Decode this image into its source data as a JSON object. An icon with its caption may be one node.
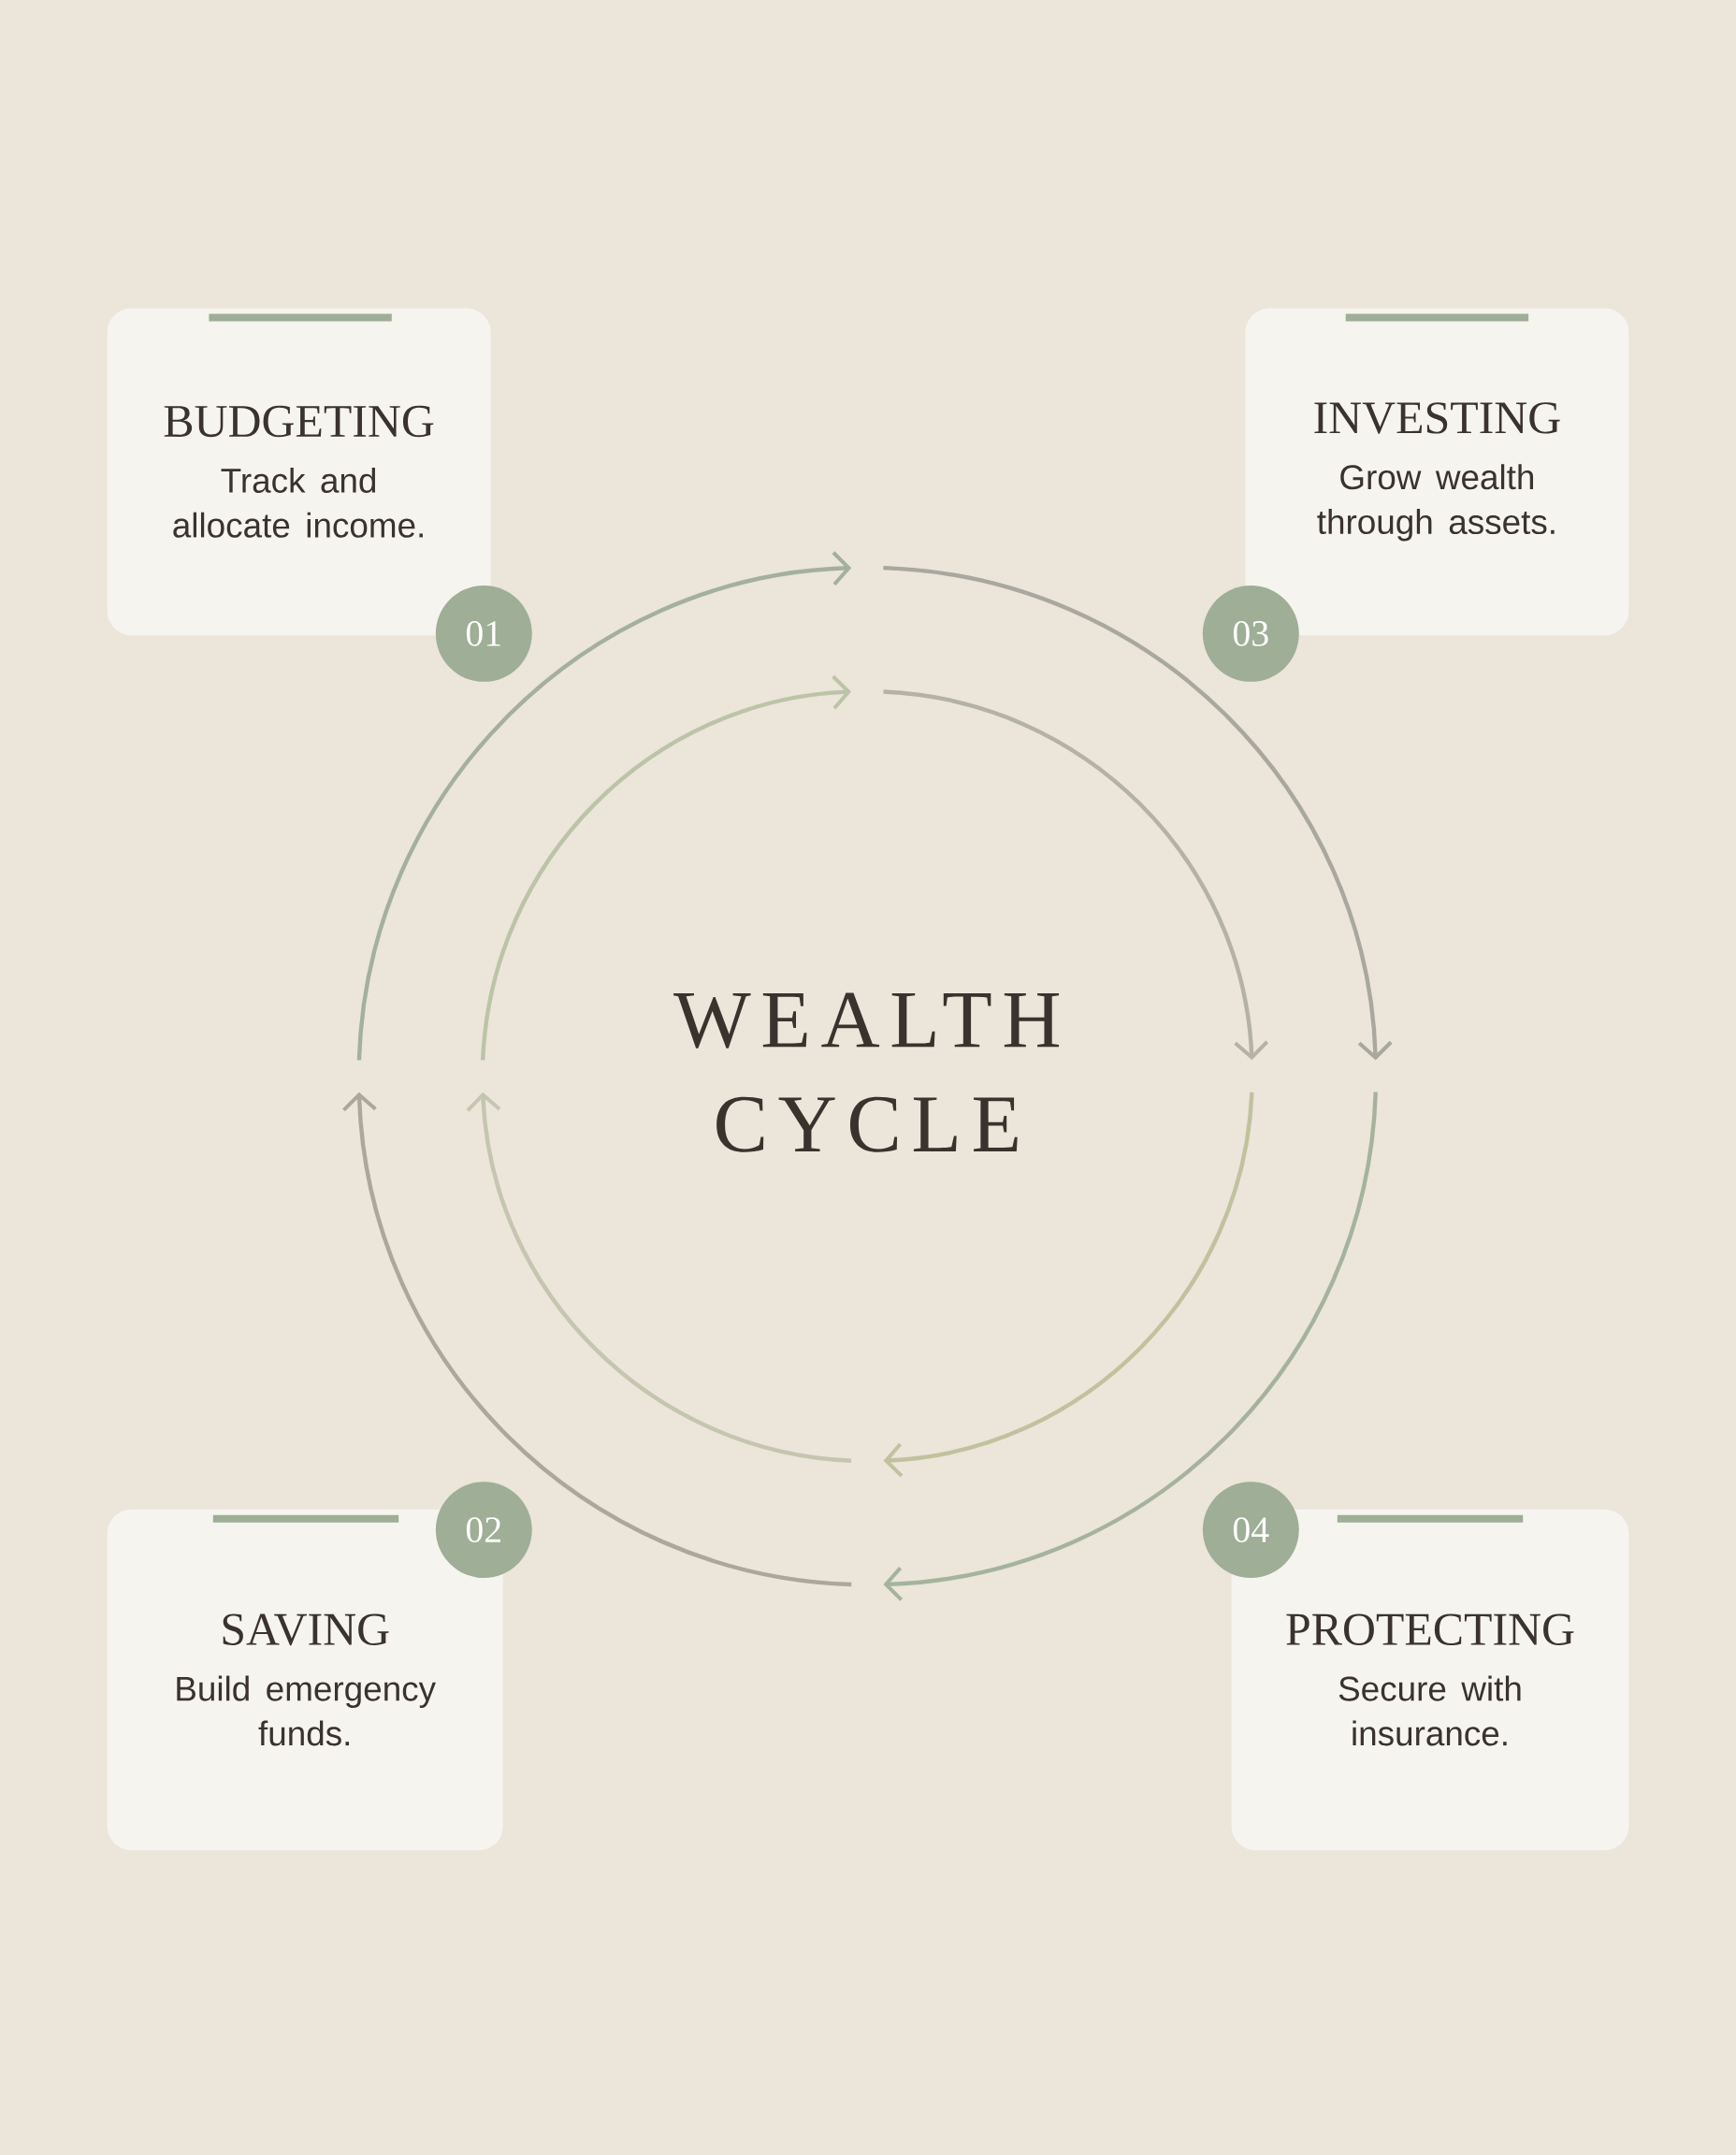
{
  "diagram": {
    "title": "WEALTH CYCLE",
    "nodes": [
      {
        "text": [
          "BUDGETING",
          "Track and allocate income."
        ]
      },
      {
        "text": [
          "01"
        ]
      },
      {
        "text": [
          "INVESTING",
          "Grow wealth through assets."
        ]
      },
      {
        "text": [
          "03"
        ]
      },
      {
        "text": [
          "SAVING",
          "Build emergency funds."
        ]
      },
      {
        "text": [
          "02"
        ]
      },
      {
        "text": [
          "PROTECTING",
          "Secure with insurance."
        ]
      },
      {
        "text": [
          "04"
        ]
      }
    ]
  }
}
